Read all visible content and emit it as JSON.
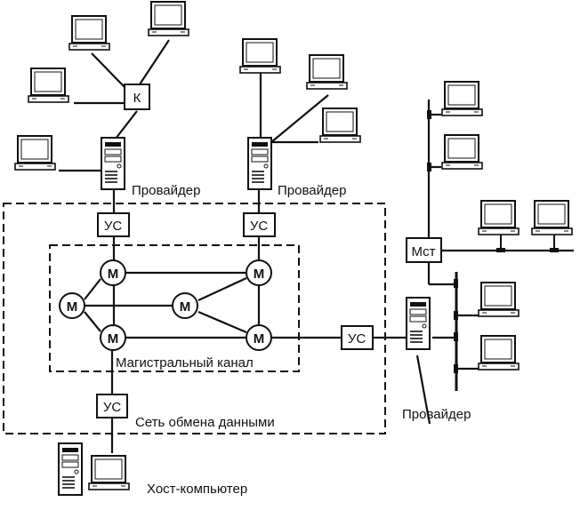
{
  "diagram": {
    "labels": {
      "provider_1": "Провайдер",
      "provider_2": "Провайдер",
      "provider_3": "Провайдер",
      "backbone": "Магистральный канал",
      "data_network": "Сеть обмена данными",
      "host": "Хост-компьютер"
    },
    "nodes": {
      "concentrator": "К",
      "bridge": "Мст",
      "comm_device": "УС",
      "backbone_node": "М"
    },
    "colors": {
      "ink": "#111111",
      "background": "#ffffff"
    }
  }
}
